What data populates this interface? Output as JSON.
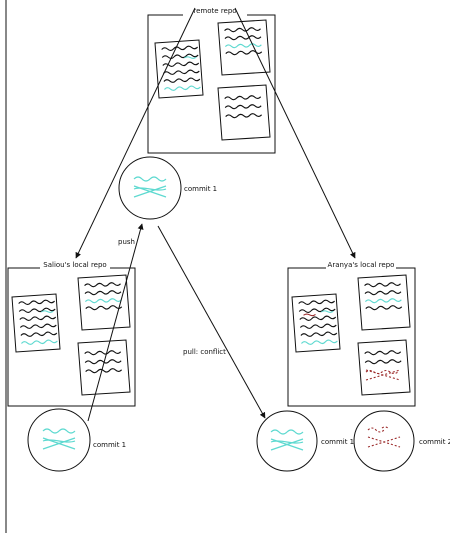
{
  "repos": {
    "remote": {
      "label": "remote repo"
    },
    "saliou": {
      "label": "Saliou's local repo"
    },
    "aranya": {
      "label": "Aranya's local repo"
    }
  },
  "commits": {
    "remote_commit": {
      "label": "commit 1"
    },
    "saliou_commit": {
      "label": "commit 1"
    },
    "aranya_commit1": {
      "label": "commit 1"
    },
    "aranya_commit2": {
      "label": "commit 2"
    }
  },
  "edges": {
    "push": {
      "label": "push"
    },
    "pull": {
      "label": "pull: conflict"
    }
  },
  "colors": {
    "ink": "#111111",
    "cyan": "#5ed9d0",
    "conflict": "#9b2a2a"
  }
}
